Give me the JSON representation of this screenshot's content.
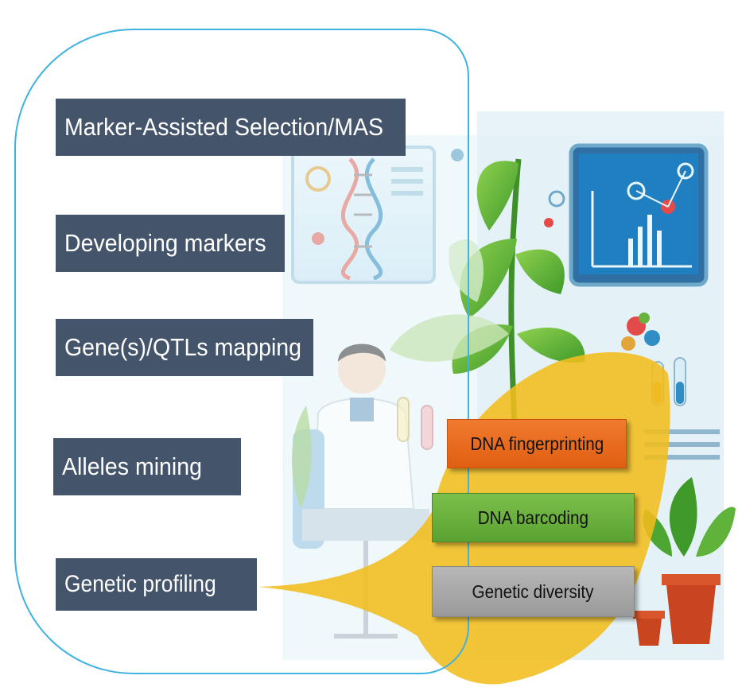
{
  "diagram": {
    "main_labels": [
      "Marker-Assisted Selection/MAS",
      "Developing markers",
      "Gene(s)/QTLs mapping",
      "Alleles mining",
      "Genetic profiling"
    ],
    "sub_labels": [
      "DNA fingerprinting",
      "DNA barcoding",
      "Genetic diversity"
    ]
  },
  "colors": {
    "frame_border": "#3fb2e0",
    "label_box": "#44546a",
    "callout": "#f2bd1d",
    "fingerprinting": "#e8691d",
    "barcoding": "#6bb13d",
    "diversity": "#a6a6a6"
  },
  "icons": [
    "scientist",
    "plant",
    "dna-helix",
    "molecule",
    "monitor-chart",
    "potted-plant",
    "test-tube"
  ]
}
